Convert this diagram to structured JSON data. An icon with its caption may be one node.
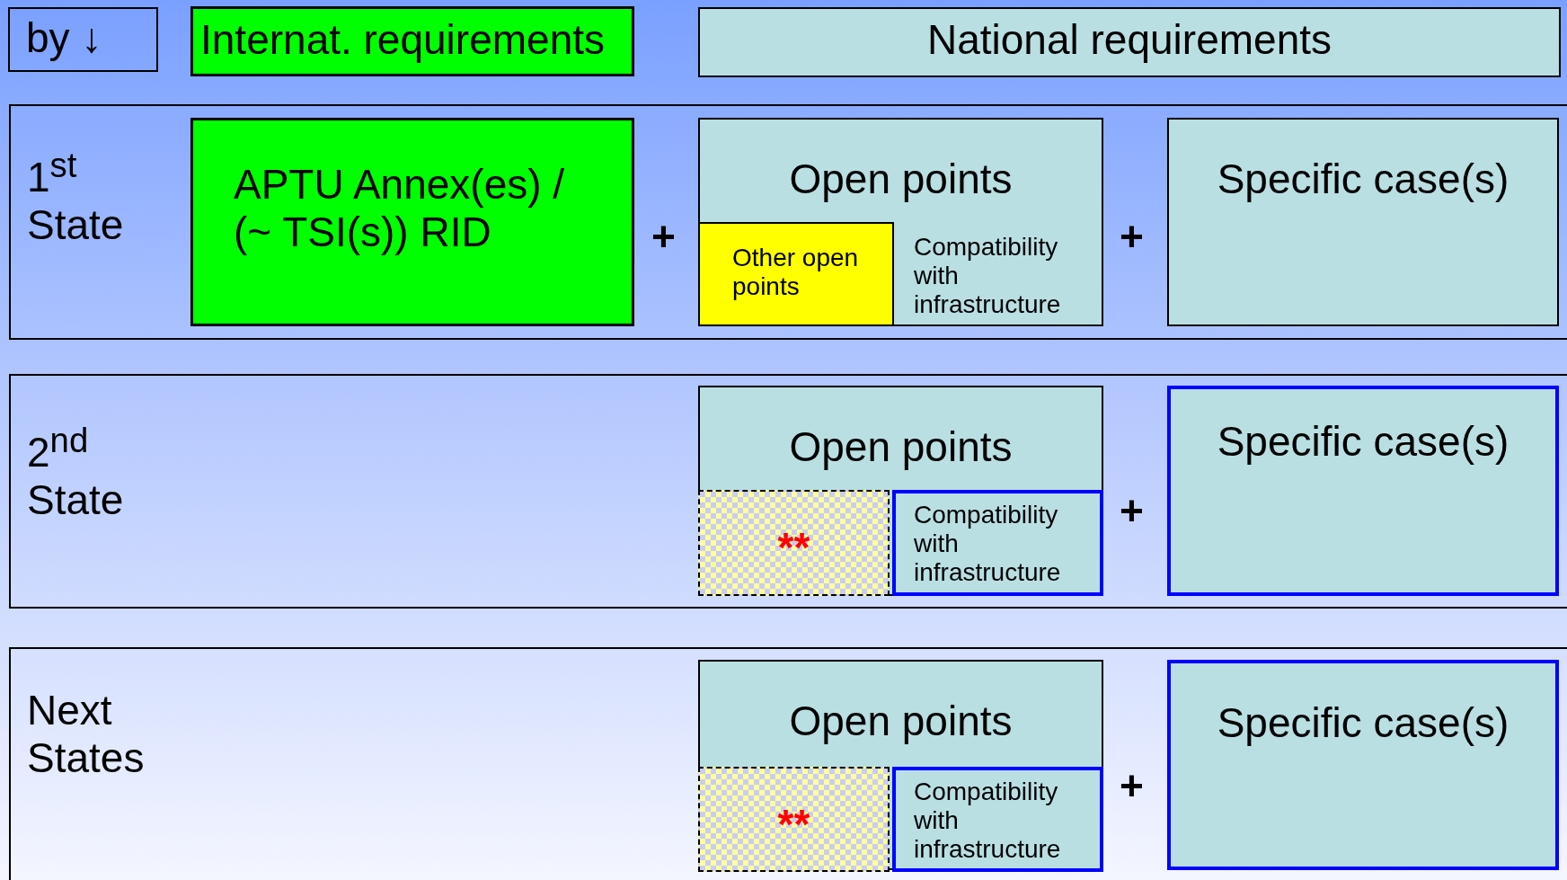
{
  "diagram": {
    "nodes": [
      {
        "text": [
          "by ↓"
        ]
      },
      {
        "text": [
          "Internat. requirements"
        ]
      },
      {
        "text": [
          "National requirements"
        ]
      },
      {
        "text": [
          "1$^{st}$ State"
        ]
      },
      {
        "text": [
          "APTU Annex(es) / (~ TSI(s)) RID"
        ],
        "in": 3
      },
      {
        "text": [
          "Open points",
          "Compatibility with infrastructure"
        ],
        "in": 3
      },
      {
        "text": [
          "Other open points"
        ],
        "in": 5
      },
      {
        "text": [
          "Specific case(s)"
        ],
        "in": 3
      },
      {
        "text": [
          "2$^{nd}$ State"
        ]
      },
      {
        "text": [
          "Open points"
        ],
        "in": 8
      },
      {
        "text": [
          "**"
        ],
        "in": 9
      },
      {
        "text": [
          "Compatibility with infrastructure"
        ],
        "in": 9
      },
      {
        "text": [
          "Specific case(s)"
        ],
        "in": 8
      },
      {
        "text": [
          "Next States"
        ]
      },
      {
        "text": [
          "Open points"
        ],
        "in": 13
      },
      {
        "text": [
          "**"
        ],
        "in": 14
      },
      {
        "text": [
          "Compatibility with infrastructure"
        ],
        "in": 14
      },
      {
        "text": [
          "Specific case(s)"
        ],
        "in": 13
      }
    ],
    "labels": [
      "+",
      "+",
      "+",
      "+"
    ]
  }
}
